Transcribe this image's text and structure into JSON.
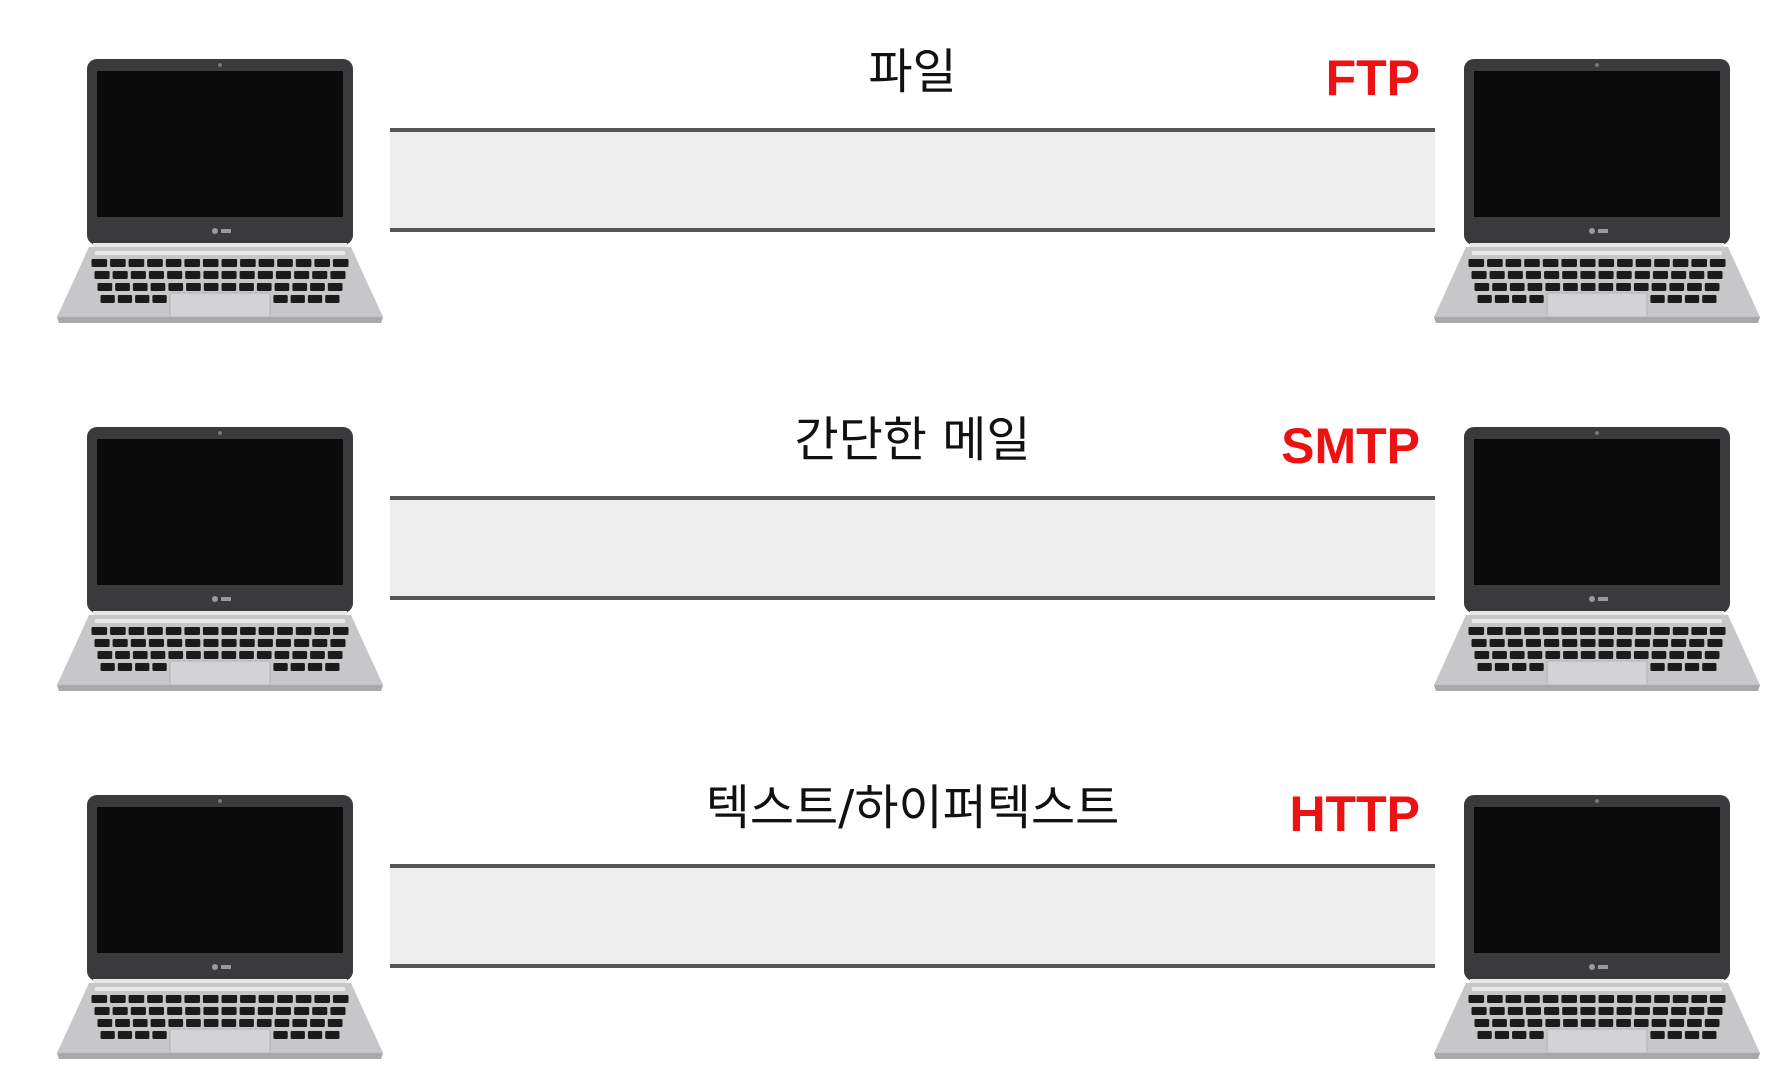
{
  "colors": {
    "protocol": "#ee1111",
    "channel_fill": "#eeeeee",
    "channel_border": "#555555",
    "laptop_body": "#c7c7c9",
    "laptop_bezel": "#3a3a3c",
    "laptop_screen": "#0a0a0a"
  },
  "rows": [
    {
      "label": "파일",
      "protocol": "FTP"
    },
    {
      "label": "간단한 메일",
      "protocol": "SMTP"
    },
    {
      "label": "텍스트/하이퍼텍스트",
      "protocol": "HTTP"
    }
  ]
}
